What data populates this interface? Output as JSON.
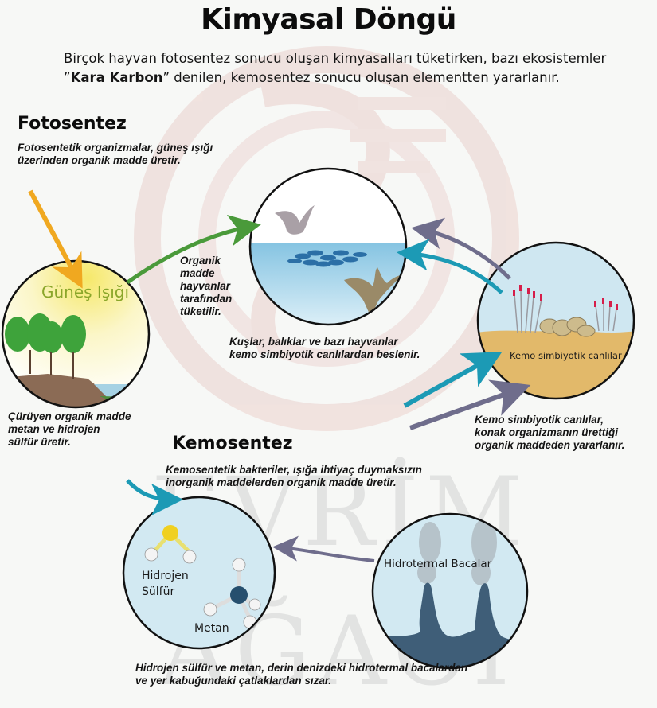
{
  "title": "Kimyasal Döngü",
  "intro": {
    "line1": "Birçok hayvan fotosentez sonucu oluşan kimyasalları tüketirken, bazı ekosistemler",
    "quote_open": "”",
    "emphasis": "Kara Karbon",
    "quote_close": "”",
    "line2_rest": " denilen, kemosentez sonucu oluşan elementten yararlanır."
  },
  "fotosentez": {
    "heading": "Fotosentez",
    "description": "Fotosentetik organizmalar, güneş ışığı\nüzerinden organik madde üretir.",
    "circle_label": "Güneş Işığı",
    "decay_caption": "Çürüyen organik madde\nmetan ve hidrojen\nsülfür üretir."
  },
  "consumption": {
    "arrow_caption": "Organik\nmadde\nhayvanlar\ntarafından\ntüketilir.",
    "ocean_caption": "Kuşlar, balıklar ve bazı hayvanlar\nkemo simbiyotik canlılardan beslenir."
  },
  "kemo_symbiotic": {
    "circle_label": "Kemo simbiyotik canlılar",
    "caption": "Kemo simbiyotik canlılar,\nkonak organizmanın ürettiği\norganik maddeden yararlanır."
  },
  "kemosentez": {
    "heading": "Kemosentez",
    "description": "Kemosentetik bakteriler, ışığa ihtiyaç duymaksızın\ninorganik maddelerden organik madde üretir.",
    "molecule_h2s": "Hidrojen\nSülfür",
    "molecule_ch4": "Metan",
    "vents_label": "Hidrotermal Bacalar",
    "bottom_caption": "Hidrojen sülfür ve metan, derin denizdeki hidrotermal bacalardan\nve yer kabuğundaki çatlaklardan sızar."
  },
  "watermark": {
    "line1": "EVRİM",
    "line2": "AĞACI"
  },
  "colors": {
    "background": "#f7f8f6",
    "watermark_red": "#e9d6d3",
    "arrow_green": "#4a9a3a",
    "arrow_teal": "#1c9ab5",
    "arrow_slate": "#6f6d8c",
    "arrow_orange": "#f0a820",
    "sand": "#e2b96a",
    "water": "#a9d3e8",
    "vent": "#3f5e78",
    "soil": "#8b6b55",
    "tree": "#3ea33b",
    "sulfur": "#f0d020",
    "carbon": "#264f6e"
  }
}
